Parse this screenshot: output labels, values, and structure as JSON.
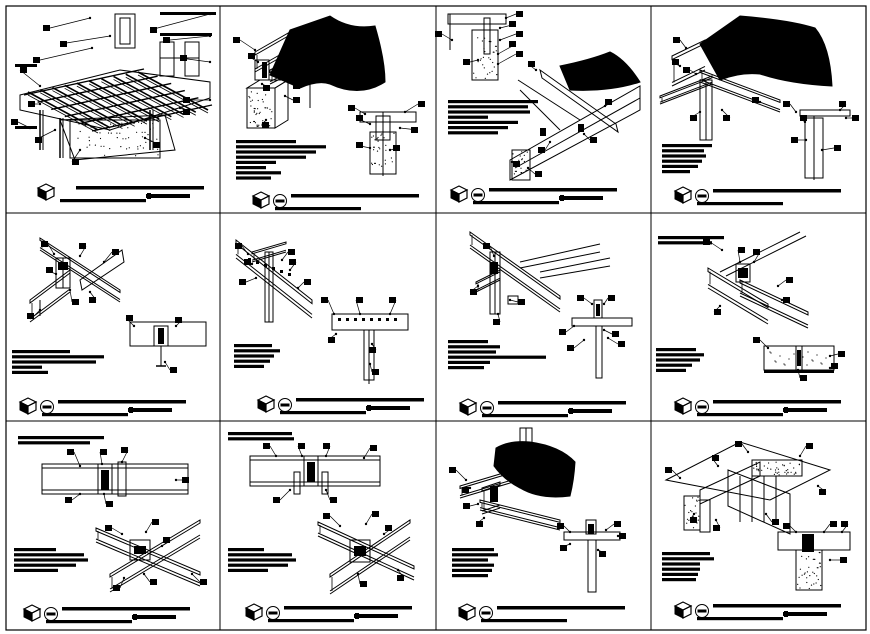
{
  "sheet": {
    "rows": 3,
    "cols": 4,
    "background": "#ffffff",
    "line_color": "#000000"
  },
  "panels": [
    {
      "id": "panel-1",
      "drawing": "floor-framing-isometric",
      "badge": "",
      "has_logo_text": true
    },
    {
      "id": "panel-2",
      "drawing": "beam-on-concrete-wall",
      "badge": "001",
      "has_logo_text": false
    },
    {
      "id": "panel-3",
      "drawing": "beam-column-seat-connection",
      "badge": "002",
      "has_logo_text": true
    },
    {
      "id": "panel-4",
      "drawing": "beam-to-column-deck",
      "badge": "003",
      "has_logo_text": false
    },
    {
      "id": "panel-5",
      "drawing": "beam-to-beam-cleat",
      "badge": "004",
      "has_logo_text": true
    },
    {
      "id": "panel-6",
      "drawing": "beam-over-column-cap",
      "badge": "005",
      "has_logo_text": true
    },
    {
      "id": "panel-7",
      "drawing": "beam-to-column-top",
      "badge": "006",
      "has_logo_text": true
    },
    {
      "id": "panel-8",
      "drawing": "beam-splice-deck",
      "badge": "007",
      "has_logo_text": true
    },
    {
      "id": "panel-9",
      "drawing": "beam-cross-splice",
      "badge": "008",
      "has_logo_text": true
    },
    {
      "id": "panel-10",
      "drawing": "beam-cross-splice-alt",
      "badge": "009",
      "has_logo_text": true
    },
    {
      "id": "panel-11",
      "drawing": "column-beam-deck-junction",
      "badge": "010",
      "has_logo_text": false
    },
    {
      "id": "panel-12",
      "drawing": "beam-on-masonry-wall",
      "badge": "011",
      "has_logo_text": true
    }
  ]
}
